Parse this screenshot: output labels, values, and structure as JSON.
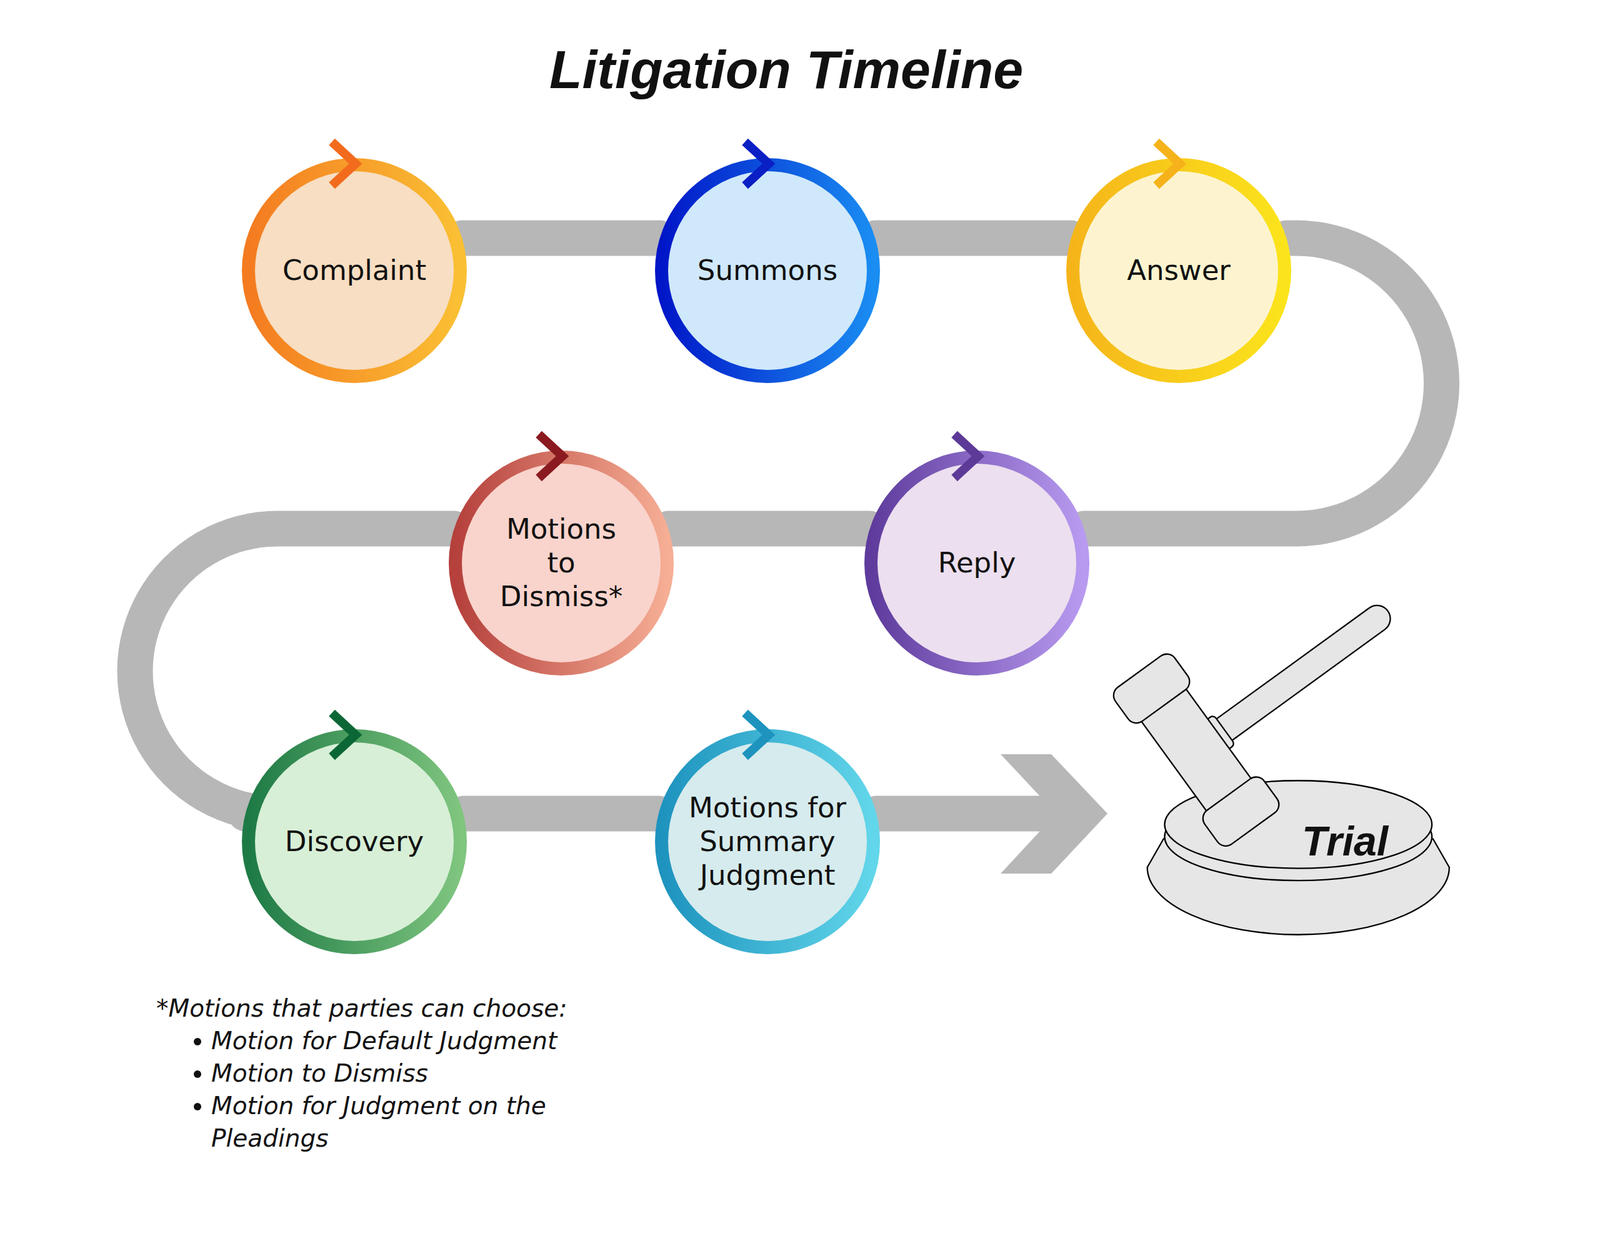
{
  "diagram": {
    "title": "Litigation Timeline",
    "nodes": [
      {
        "text": [
          "Complaint"
        ]
      },
      {
        "text": [
          "Summons"
        ]
      },
      {
        "text": [
          "Answer"
        ]
      },
      {
        "text": [
          "Reply"
        ]
      },
      {
        "text": [
          "Motions to Dismiss*"
        ]
      },
      {
        "text": [
          "Discovery"
        ]
      },
      {
        "text": [
          "Motions for Summary Judgment"
        ]
      },
      {
        "text": [
          "Trial"
        ]
      }
    ],
    "edges": [
      {
        "from": 0,
        "to": 1,
        "arrow": "none"
      },
      {
        "from": 1,
        "to": 2,
        "arrow": "none"
      },
      {
        "from": 2,
        "to": 3,
        "arrow": "none"
      },
      {
        "from": 3,
        "to": 4,
        "arrow": "none"
      },
      {
        "from": 4,
        "to": 5,
        "arrow": "none"
      },
      {
        "from": 5,
        "to": 6,
        "arrow": "none"
      },
      {
        "from": 6,
        "to": 7,
        "arrow": "to"
      }
    ],
    "labels": [
      "*Motions that parties can choose:",
      "Motion for Default Judgment",
      "Motion to Dismiss",
      "Motion for Judgment on the Pleadings"
    ]
  }
}
